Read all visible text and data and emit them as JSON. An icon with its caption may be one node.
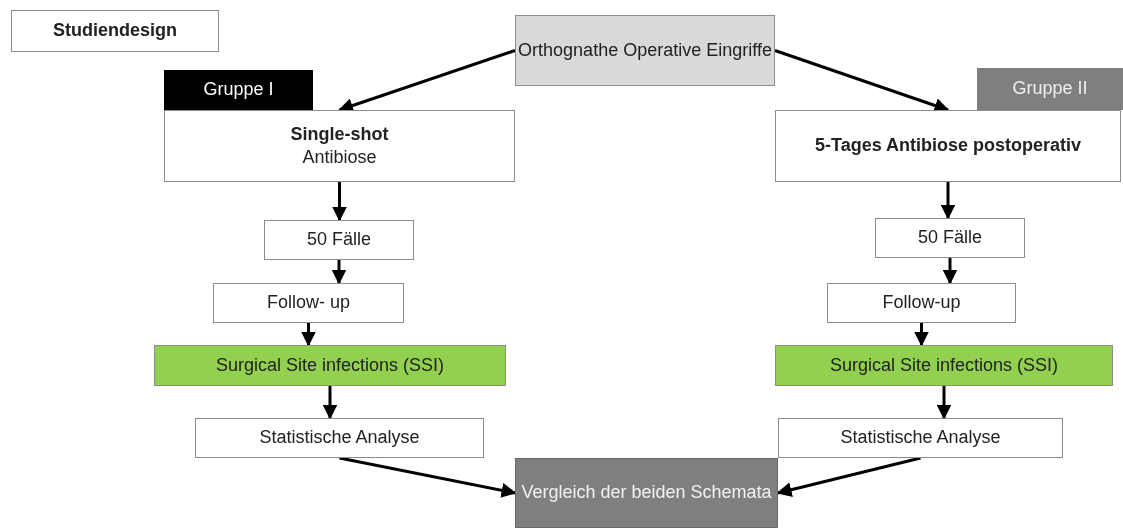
{
  "diagram": {
    "nodes": [
      {
        "text": [
          "Studiendesign"
        ]
      },
      {
        "text": [
          "Orthognathe Operative Eingriffe"
        ]
      },
      {
        "text": [
          "Gruppe I"
        ]
      },
      {
        "text": [
          "Single-shot",
          "Antibiose"
        ]
      },
      {
        "text": [
          "Gruppe II"
        ]
      },
      {
        "text": [
          "5-Tages Antibiose postoperativ"
        ]
      },
      {
        "text": [
          "50 Fälle"
        ]
      },
      {
        "text": [
          "50 Fälle"
        ]
      },
      {
        "text": [
          "Follow- up"
        ]
      },
      {
        "text": [
          "Follow-up"
        ]
      },
      {
        "text": [
          "Surgical Site infections (SSI)"
        ]
      },
      {
        "text": [
          "Surgical Site infections (SSI)"
        ]
      },
      {
        "text": [
          "Statistische Analyse"
        ]
      },
      {
        "text": [
          "Statistische Analyse"
        ]
      },
      {
        "text": [
          "Vergleich der beiden Schemata"
        ]
      }
    ],
    "edges": [
      {
        "from": 1,
        "to": 3,
        "arrow": "to"
      },
      {
        "from": 1,
        "to": 5,
        "arrow": "to"
      },
      {
        "from": 3,
        "to": 6,
        "arrow": "to"
      },
      {
        "from": 6,
        "to": 8,
        "arrow": "to"
      },
      {
        "from": 8,
        "to": 10,
        "arrow": "to"
      },
      {
        "from": 10,
        "to": 12,
        "arrow": "to"
      },
      {
        "from": 5,
        "to": 7,
        "arrow": "to"
      },
      {
        "from": 7,
        "to": 9,
        "arrow": "to"
      },
      {
        "from": 9,
        "to": 11,
        "arrow": "to"
      },
      {
        "from": 11,
        "to": 13,
        "arrow": "to"
      },
      {
        "from": 12,
        "to": 14,
        "arrow": "to"
      },
      {
        "from": 13,
        "to": 14,
        "arrow": "to"
      }
    ]
  }
}
